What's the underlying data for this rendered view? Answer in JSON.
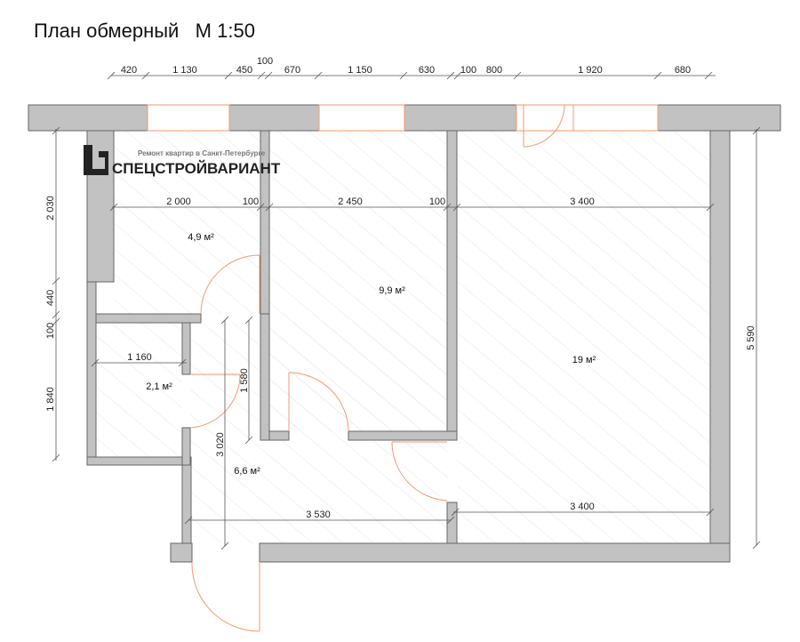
{
  "title": "План обмерный   М 1:50",
  "brand": {
    "tagline": "Ремонт квартир в Санкт-Петербурге",
    "name": "СПЕЦСТРОЙВАРИАНТ"
  },
  "top_dimensions": [
    "420",
    "1 130",
    "450",
    "100",
    "670",
    "1 150",
    "630",
    "100",
    "800",
    "1 920",
    "680"
  ],
  "left_dimensions": [
    "2 030",
    "440",
    "100",
    "1 840"
  ],
  "right_dimensions": [
    "5 590"
  ],
  "inner_dimensions": {
    "bath_width": "2 000",
    "wall_a": "100",
    "room2_width": "2 450",
    "wall_b": "100",
    "room3_width_top": "3 400",
    "wc_width": "1 160",
    "corridor_a": "1 580",
    "corridor_b": "3 020",
    "hall_width": "3 530",
    "room3_width_bottom": "3 400"
  },
  "rooms": [
    {
      "id": "bathroom",
      "area": "4,9 м²"
    },
    {
      "id": "room-small",
      "area": "9,9 м²"
    },
    {
      "id": "room-large",
      "area": "19 м²"
    },
    {
      "id": "wc",
      "area": "2,1 м²"
    },
    {
      "id": "hall",
      "area": "6,6 м²"
    }
  ],
  "colors": {
    "wall": "#c2c2c2",
    "opening": "#f39a6b",
    "hatch": "#e4e4e4"
  }
}
